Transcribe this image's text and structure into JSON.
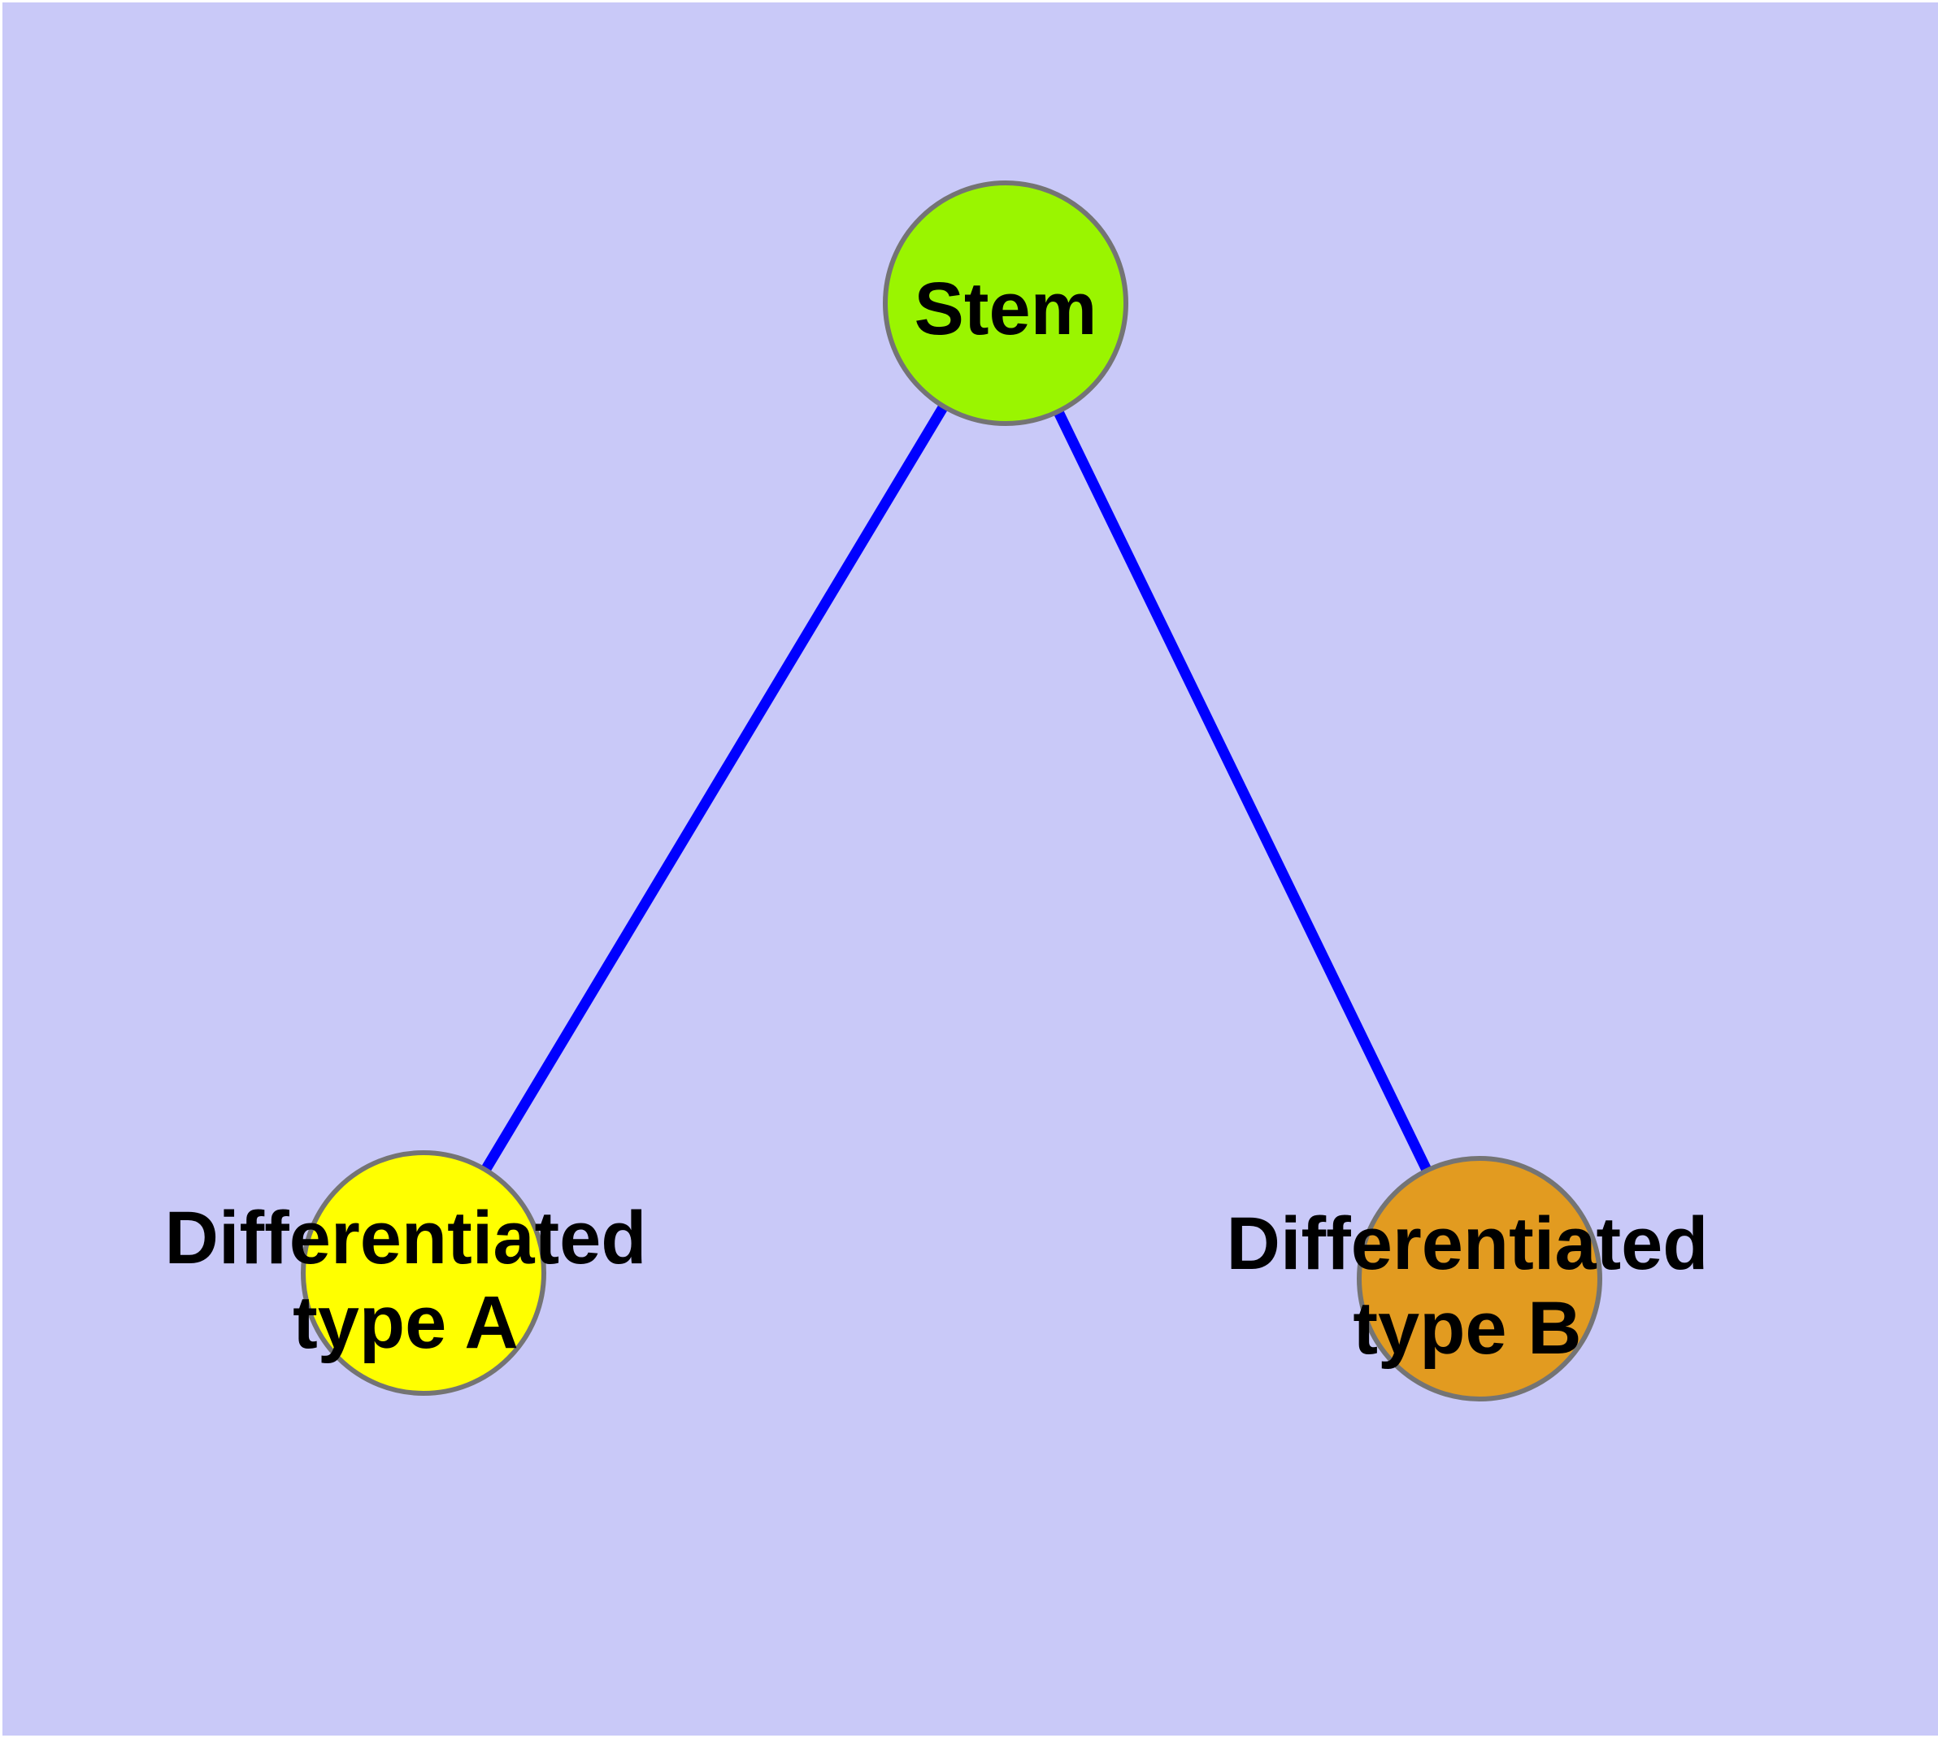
{
  "diagram": {
    "type": "node-link-graph",
    "background_color": "#c9c9f8",
    "node_border_color": "#747474",
    "label_color": "#000000",
    "nodes": [
      {
        "id": "stem",
        "label": "Stem",
        "color": "#9af500"
      },
      {
        "id": "type-a",
        "label": "Differentiated\ntype A",
        "color": "#ffff00"
      },
      {
        "id": "type-b",
        "label": "Differentiated\ntype B",
        "color": "#e29b20"
      }
    ],
    "edges": [
      {
        "from": "stem",
        "to": "type-a",
        "color": "#0000ff"
      },
      {
        "from": "stem",
        "to": "type-b",
        "color": "#0000ff"
      }
    ]
  }
}
